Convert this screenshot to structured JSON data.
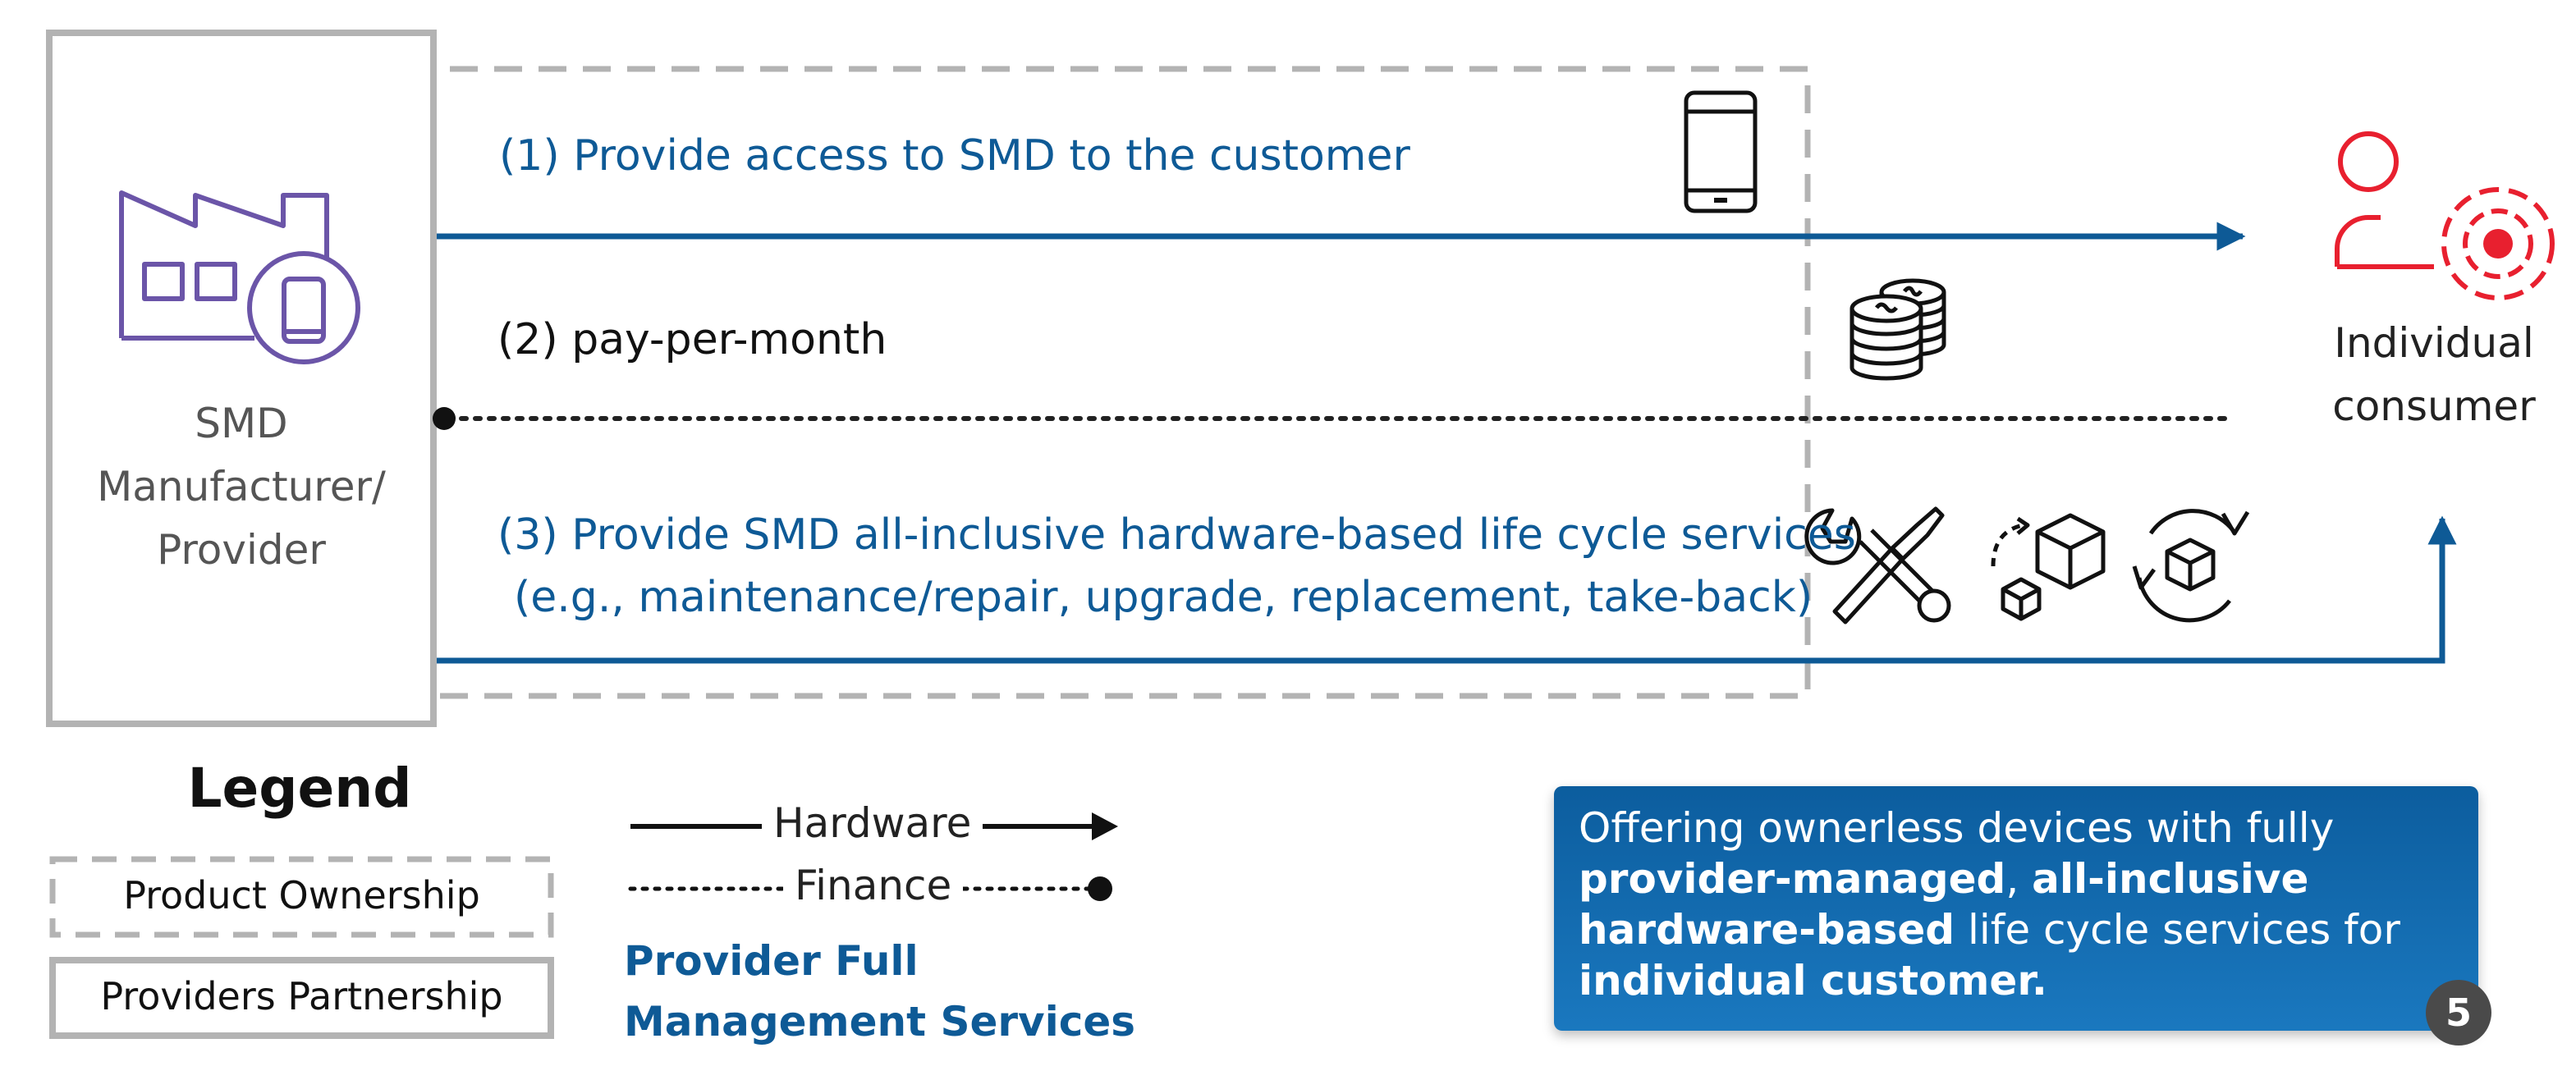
{
  "provider": {
    "line1": "SMD",
    "line2": "Manufacturer/",
    "line3": "Provider"
  },
  "consumer": {
    "line1": "Individual",
    "line2": "consumer"
  },
  "flows": {
    "access": "(1) Provide access to SMD to the customer",
    "payment": "(2) pay-per-month",
    "services_line1": "(3) Provide SMD all-inclusive hardware-based life cycle services",
    "services_line2": "(e.g., maintenance/repair, upgrade, replacement, take-back)"
  },
  "legend": {
    "title": "Legend",
    "product_ownership": "Product Ownership",
    "providers_partnership": "Providers Partnership",
    "hardware": "Hardware",
    "finance": "Finance"
  },
  "model_name": {
    "line1": "Provider Full",
    "line2": "Management Services"
  },
  "callout": {
    "t1": "Offering ownerless devices with fully",
    "b1": "provider-managed",
    "t2": ",",
    "b2": "all-inclusive",
    "b3": "hardware-based",
    "t3": "life cycle services for",
    "b4": "individual customer."
  },
  "badge": "5",
  "colors": {
    "flow_blue": "#0e5a96",
    "provider_purple": "#6b55a8",
    "consumer_red": "#e8202f",
    "box_gray": "#b3b3b3",
    "callout_blue": "#1469ae",
    "badge_gray": "#4a4a4a"
  },
  "icons": {
    "provider": "factory-with-smartphone-icon",
    "consumer": "user-with-target-icon",
    "access": "smartphone-icon",
    "payment": "coins-icon",
    "services": [
      "wrench-screwdriver-icon",
      "upgrade-boxes-icon",
      "replacement-cycle-icon"
    ]
  }
}
